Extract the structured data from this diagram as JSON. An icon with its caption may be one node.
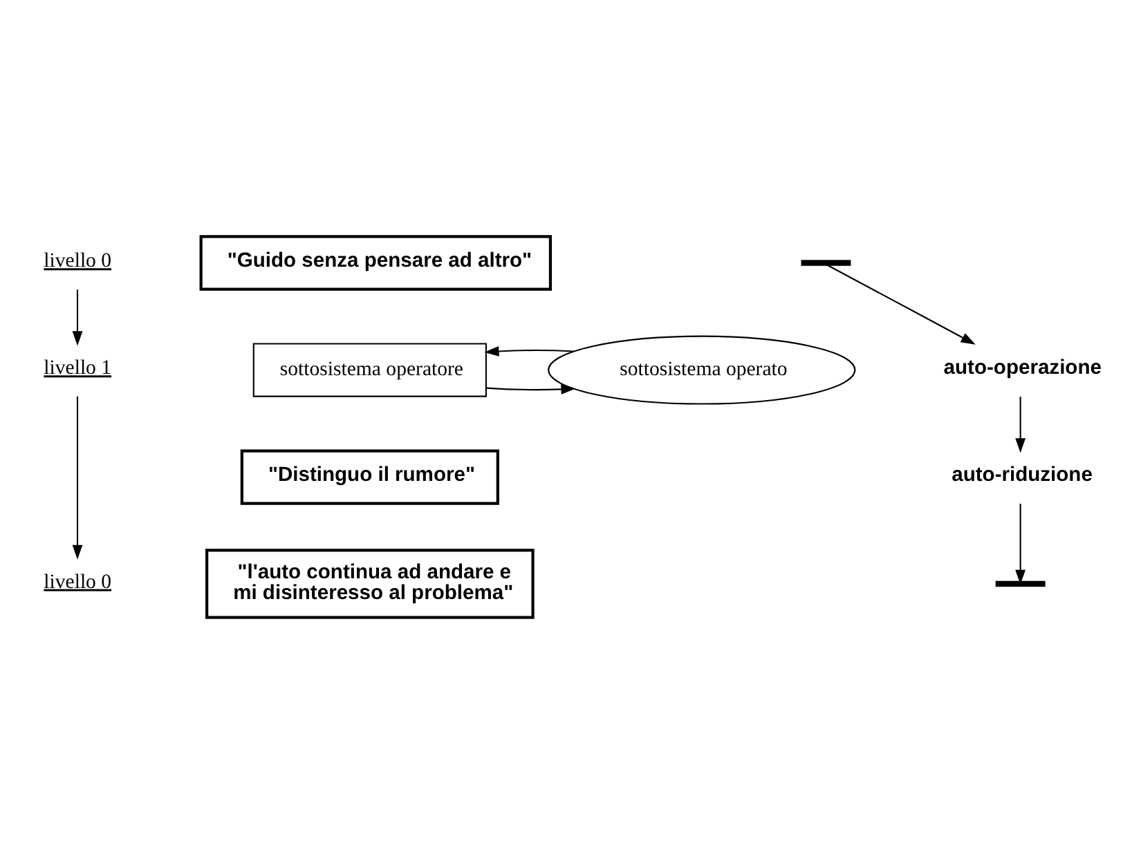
{
  "diagram": {
    "nodes": [
      {
        "text": [
          "\"Guido senza pensare ad altro\""
        ]
      },
      {
        "text": [
          "livello 0"
        ]
      },
      {
        "text": [],
        "shape": "bar"
      },
      {
        "text": [
          "auto-operazione"
        ]
      },
      {
        "text": [
          "livello 1"
        ]
      },
      {
        "text": [
          "sottosistema operatore"
        ]
      },
      {
        "text": [
          "sottosistema operato"
        ]
      },
      {
        "text": [
          "\"Distinguo il rumore\""
        ]
      },
      {
        "text": [
          "auto-riduzione"
        ]
      },
      {
        "text": [
          "livello 0"
        ]
      },
      {
        "text": [
          "\"l'auto continua ad andare e mi disinteresso al problema\""
        ]
      },
      {
        "text": [],
        "shape": "bar"
      }
    ],
    "edges": [
      {
        "from": 1,
        "to": 4,
        "arrow": "to"
      },
      {
        "from": 4,
        "to": 9,
        "arrow": "to"
      },
      {
        "from": 2,
        "to": 3,
        "arrow": "to"
      },
      {
        "from": 3,
        "to": 8,
        "arrow": "to"
      },
      {
        "from": 8,
        "to": 11,
        "arrow": "to"
      },
      {
        "from": 5,
        "to": 6,
        "arrow": "to"
      },
      {
        "from": 6,
        "to": 5,
        "arrow": "to"
      }
    ]
  }
}
